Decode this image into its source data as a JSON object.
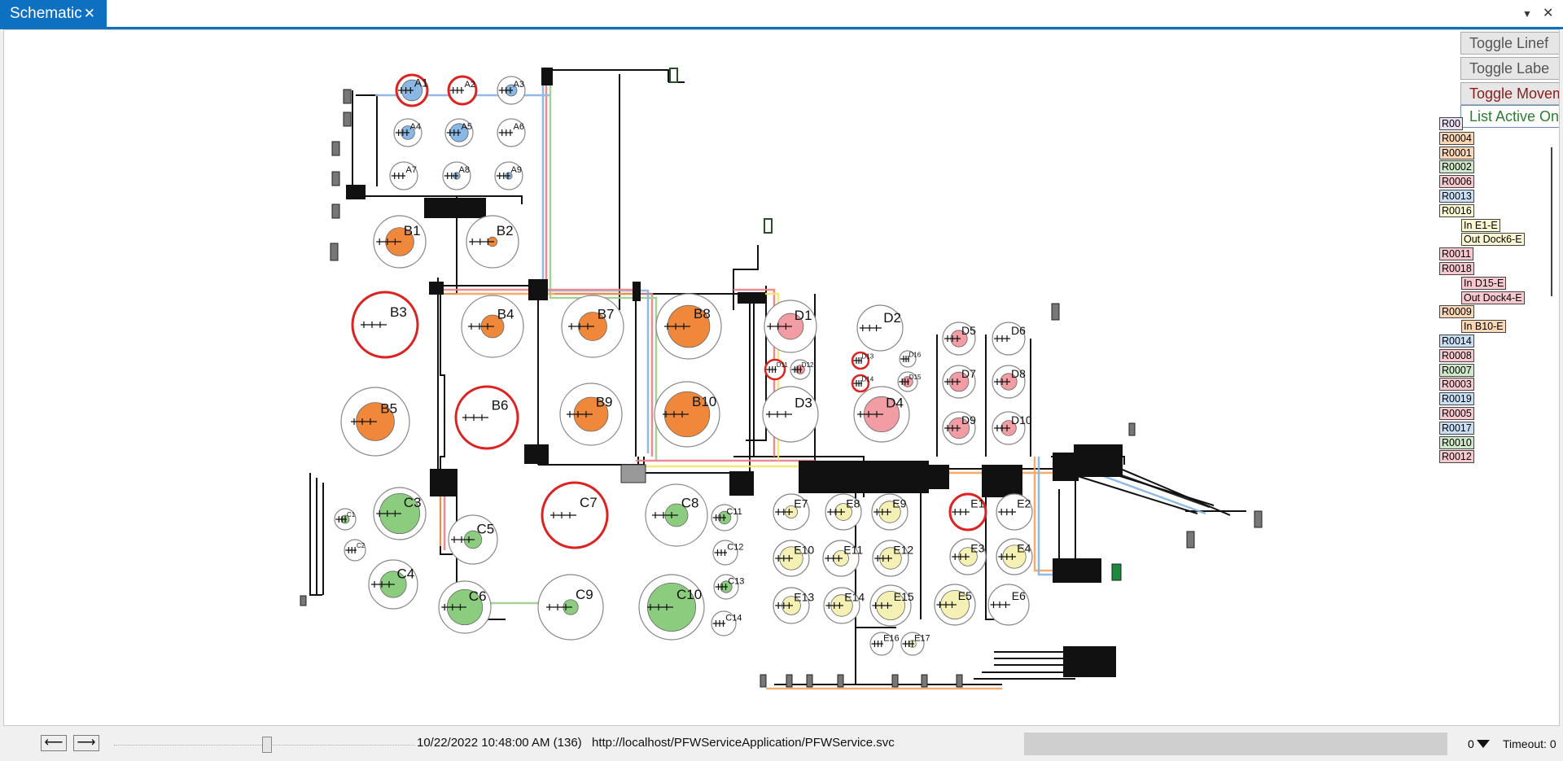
{
  "tab": {
    "title": "Schematic",
    "close_glyph": "✕"
  },
  "window": {
    "dropdown_glyph": "▼",
    "close_glyph": "✕"
  },
  "buttons": {
    "toggle_linef": "Toggle Linef",
    "toggle_labe": "Toggle Labe",
    "toggle_movem": "Toggle Movem",
    "list_active": "List Active Only"
  },
  "routes": [
    {
      "label": "R00",
      "bg": "#ece0f5",
      "sub": false
    },
    {
      "label": "R0004",
      "bg": "#fcd7b6",
      "sub": false
    },
    {
      "label": "R0001",
      "bg": "#fcd7b6",
      "sub": false
    },
    {
      "label": "R0002",
      "bg": "#cfe8c9",
      "sub": false
    },
    {
      "label": "R0006",
      "bg": "#f7c9cf",
      "sub": false
    },
    {
      "label": "R0013",
      "bg": "#c9dff5",
      "sub": false
    },
    {
      "label": "R0016",
      "bg": "#fbf7d2",
      "sub": false
    },
    {
      "label": "In E1-E",
      "bg": "#fbf7d2",
      "sub": true
    },
    {
      "label": "Out Dock6-E",
      "bg": "#fbf7d2",
      "sub": true
    },
    {
      "label": "R0011",
      "bg": "#f7c9cf",
      "sub": false
    },
    {
      "label": "R0018",
      "bg": "#f7c9cf",
      "sub": false
    },
    {
      "label": "In D15-E",
      "bg": "#f7c9cf",
      "sub": true
    },
    {
      "label": "Out Dock4-E",
      "bg": "#f7c9cf",
      "sub": true
    },
    {
      "label": "R0009",
      "bg": "#fcd7b6",
      "sub": false
    },
    {
      "label": "In B10-E",
      "bg": "#fcd7b6",
      "sub": true
    },
    {
      "label": "R0014",
      "bg": "#c9dff5",
      "sub": false
    },
    {
      "label": "R0008",
      "bg": "#f7c9cf",
      "sub": false
    },
    {
      "label": "R0007",
      "bg": "#cfe8c9",
      "sub": false
    },
    {
      "label": "R0003",
      "bg": "#f7c9cf",
      "sub": false
    },
    {
      "label": "R0019",
      "bg": "#c9dff5",
      "sub": false
    },
    {
      "label": "R0005",
      "bg": "#f7c9cf",
      "sub": false
    },
    {
      "label": "R0017",
      "bg": "#c9dff5",
      "sub": false
    },
    {
      "label": "R0010",
      "bg": "#cfe8c9",
      "sub": false
    },
    {
      "label": "R0012",
      "bg": "#f7c9cf",
      "sub": false
    }
  ],
  "bins": [
    {
      "label": "A1",
      "fill": "#8ab8e6",
      "level": 0.8,
      "alert": true
    },
    {
      "label": "A2",
      "fill": "#8ab8e6",
      "level": 0.0,
      "alert": true
    },
    {
      "label": "A3",
      "fill": "#8ab8e6",
      "level": 0.5,
      "alert": false
    },
    {
      "label": "A4",
      "fill": "#8ab8e6",
      "level": 0.6,
      "alert": false
    },
    {
      "label": "A5",
      "fill": "#8ab8e6",
      "level": 0.8,
      "alert": false
    },
    {
      "label": "A6",
      "fill": "#8ab8e6",
      "level": 0.0,
      "alert": false
    },
    {
      "label": "A7",
      "fill": "#8ab8e6",
      "level": 0.0,
      "alert": false
    },
    {
      "label": "A8",
      "fill": "#8ab8e6",
      "level": 0.3,
      "alert": false
    },
    {
      "label": "A9",
      "fill": "#8ab8e6",
      "level": 0.3,
      "alert": false
    },
    {
      "label": "B1",
      "fill": "#f0883c",
      "level": 0.6,
      "alert": false
    },
    {
      "label": "B2",
      "fill": "#f0883c",
      "level": 0.2,
      "alert": false
    },
    {
      "label": "B3",
      "fill": "#f0883c",
      "level": 0.0,
      "alert": true
    },
    {
      "label": "B4",
      "fill": "#f0883c",
      "level": 0.4,
      "alert": false
    },
    {
      "label": "B5",
      "fill": "#f0883c",
      "level": 0.6,
      "alert": false
    },
    {
      "label": "B6",
      "fill": "#f0883c",
      "level": 0.0,
      "alert": true
    },
    {
      "label": "B7",
      "fill": "#f0883c",
      "level": 0.5,
      "alert": false
    },
    {
      "label": "B8",
      "fill": "#f0883c",
      "level": 0.7,
      "alert": false
    },
    {
      "label": "B9",
      "fill": "#f0883c",
      "level": 0.6,
      "alert": false
    },
    {
      "label": "B10",
      "fill": "#f0883c",
      "level": 0.75,
      "alert": false
    },
    {
      "label": "C1",
      "fill": "#8ccc7e",
      "level": 0.5,
      "alert": false
    },
    {
      "label": "C2",
      "fill": "#8ccc7e",
      "level": 0.0,
      "alert": false
    },
    {
      "label": "C3",
      "fill": "#8ccc7e",
      "level": 0.85,
      "alert": false
    },
    {
      "label": "C4",
      "fill": "#8ccc7e",
      "level": 0.6,
      "alert": false
    },
    {
      "label": "C5",
      "fill": "#8ccc7e",
      "level": 0.4,
      "alert": false
    },
    {
      "label": "C6",
      "fill": "#8ccc7e",
      "level": 0.75,
      "alert": false
    },
    {
      "label": "C7",
      "fill": "#8ccc7e",
      "level": 0.0,
      "alert": true
    },
    {
      "label": "C8",
      "fill": "#8ccc7e",
      "level": 0.4,
      "alert": false
    },
    {
      "label": "C9",
      "fill": "#8ccc7e",
      "level": 0.25,
      "alert": false
    },
    {
      "label": "C10",
      "fill": "#8ccc7e",
      "level": 0.8,
      "alert": false
    },
    {
      "label": "C11",
      "fill": "#8ccc7e",
      "level": 0.6,
      "alert": false
    },
    {
      "label": "C12",
      "fill": "#8ccc7e",
      "level": 0.0,
      "alert": false
    },
    {
      "label": "C13",
      "fill": "#8ccc7e",
      "level": 0.6,
      "alert": false
    },
    {
      "label": "C14",
      "fill": "#8ccc7e",
      "level": 0.0,
      "alert": false
    },
    {
      "label": "D1",
      "fill": "#f29ca4",
      "level": 0.55,
      "alert": false
    },
    {
      "label": "D2",
      "fill": "#f29ca4",
      "level": 0.0,
      "alert": false
    },
    {
      "label": "D3",
      "fill": "#f29ca4",
      "level": 0.0,
      "alert": false
    },
    {
      "label": "D4",
      "fill": "#f29ca4",
      "level": 0.7,
      "alert": false
    },
    {
      "label": "D5",
      "fill": "#f29ca4",
      "level": 0.6,
      "alert": false
    },
    {
      "label": "D6",
      "fill": "#f29ca4",
      "level": 0.0,
      "alert": false
    },
    {
      "label": "D7",
      "fill": "#f29ca4",
      "level": 0.7,
      "alert": false
    },
    {
      "label": "D8",
      "fill": "#f29ca4",
      "level": 0.6,
      "alert": false
    },
    {
      "label": "D9",
      "fill": "#f29ca4",
      "level": 0.75,
      "alert": false
    },
    {
      "label": "D10",
      "fill": "#f29ca4",
      "level": 0.55,
      "alert": false
    },
    {
      "label": "D11",
      "fill": "#f29ca4",
      "level": 0.0,
      "alert": true
    },
    {
      "label": "D12",
      "fill": "#f29ca4",
      "level": 0.6,
      "alert": false
    },
    {
      "label": "D13",
      "fill": "#f29ca4",
      "level": 0.0,
      "alert": true
    },
    {
      "label": "D14",
      "fill": "#f29ca4",
      "level": 0.0,
      "alert": true
    },
    {
      "label": "D15",
      "fill": "#f29ca4",
      "level": 0.7,
      "alert": false
    },
    {
      "label": "D16",
      "fill": "#f29ca4",
      "level": 0.0,
      "alert": false
    },
    {
      "label": "E1",
      "fill": "#f5f0b3",
      "level": 0.0,
      "alert": true
    },
    {
      "label": "E2",
      "fill": "#f5f0b3",
      "level": 0.0,
      "alert": false
    },
    {
      "label": "E3",
      "fill": "#f5f0b3",
      "level": 0.6,
      "alert": false
    },
    {
      "label": "E4",
      "fill": "#f5f0b3",
      "level": 0.75,
      "alert": false
    },
    {
      "label": "E5",
      "fill": "#f5f0b3",
      "level": 0.8,
      "alert": false
    },
    {
      "label": "E6",
      "fill": "#f5f0b3",
      "level": 0.0,
      "alert": false
    },
    {
      "label": "E7",
      "fill": "#f5f0b3",
      "level": 0.4,
      "alert": false
    },
    {
      "label": "E8",
      "fill": "#f5f0b3",
      "level": 0.55,
      "alert": false
    },
    {
      "label": "E9",
      "fill": "#f5f0b3",
      "level": 0.7,
      "alert": false
    },
    {
      "label": "E10",
      "fill": "#f5f0b3",
      "level": 0.75,
      "alert": false
    },
    {
      "label": "E11",
      "fill": "#f5f0b3",
      "level": 0.5,
      "alert": false
    },
    {
      "label": "E12",
      "fill": "#f5f0b3",
      "level": 0.7,
      "alert": false
    },
    {
      "label": "E13",
      "fill": "#f5f0b3",
      "level": 0.6,
      "alert": false
    },
    {
      "label": "E14",
      "fill": "#f5f0b3",
      "level": 0.7,
      "alert": false
    },
    {
      "label": "E15",
      "fill": "#f5f0b3",
      "level": 0.8,
      "alert": false
    },
    {
      "label": "E16",
      "fill": "#f5f0b3",
      "level": 0.0,
      "alert": false
    },
    {
      "label": "E17",
      "fill": "#f5f0b3",
      "level": 0.4,
      "alert": false
    }
  ],
  "status": {
    "back_glyph": "⟵",
    "forward_glyph": "⟶",
    "datetime": "10/22/2022 10:48:00 AM (136)",
    "url": "http://localhost/PFWServiceApplication/PFWService.svc",
    "count": "0",
    "timeout": "Timeout: 0"
  },
  "colors": {
    "accent": "#0e70c0",
    "alert": "#dd2222"
  }
}
